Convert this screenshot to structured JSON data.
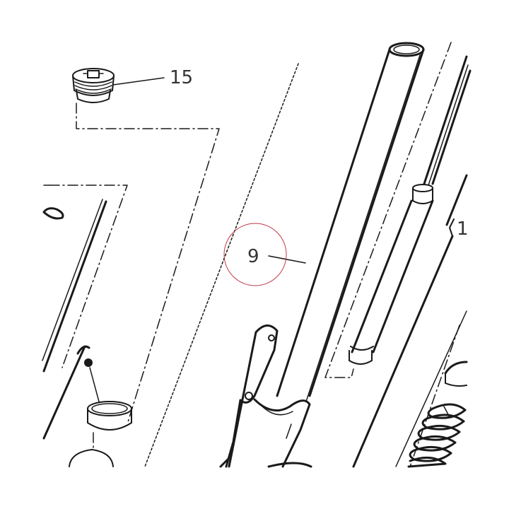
{
  "labels": {
    "part_15": "15",
    "part_9": "9",
    "part_1": "1"
  },
  "colors": {
    "line": "#1a1a1a",
    "label": "#333333",
    "highlight_circle": "#c0394b"
  }
}
